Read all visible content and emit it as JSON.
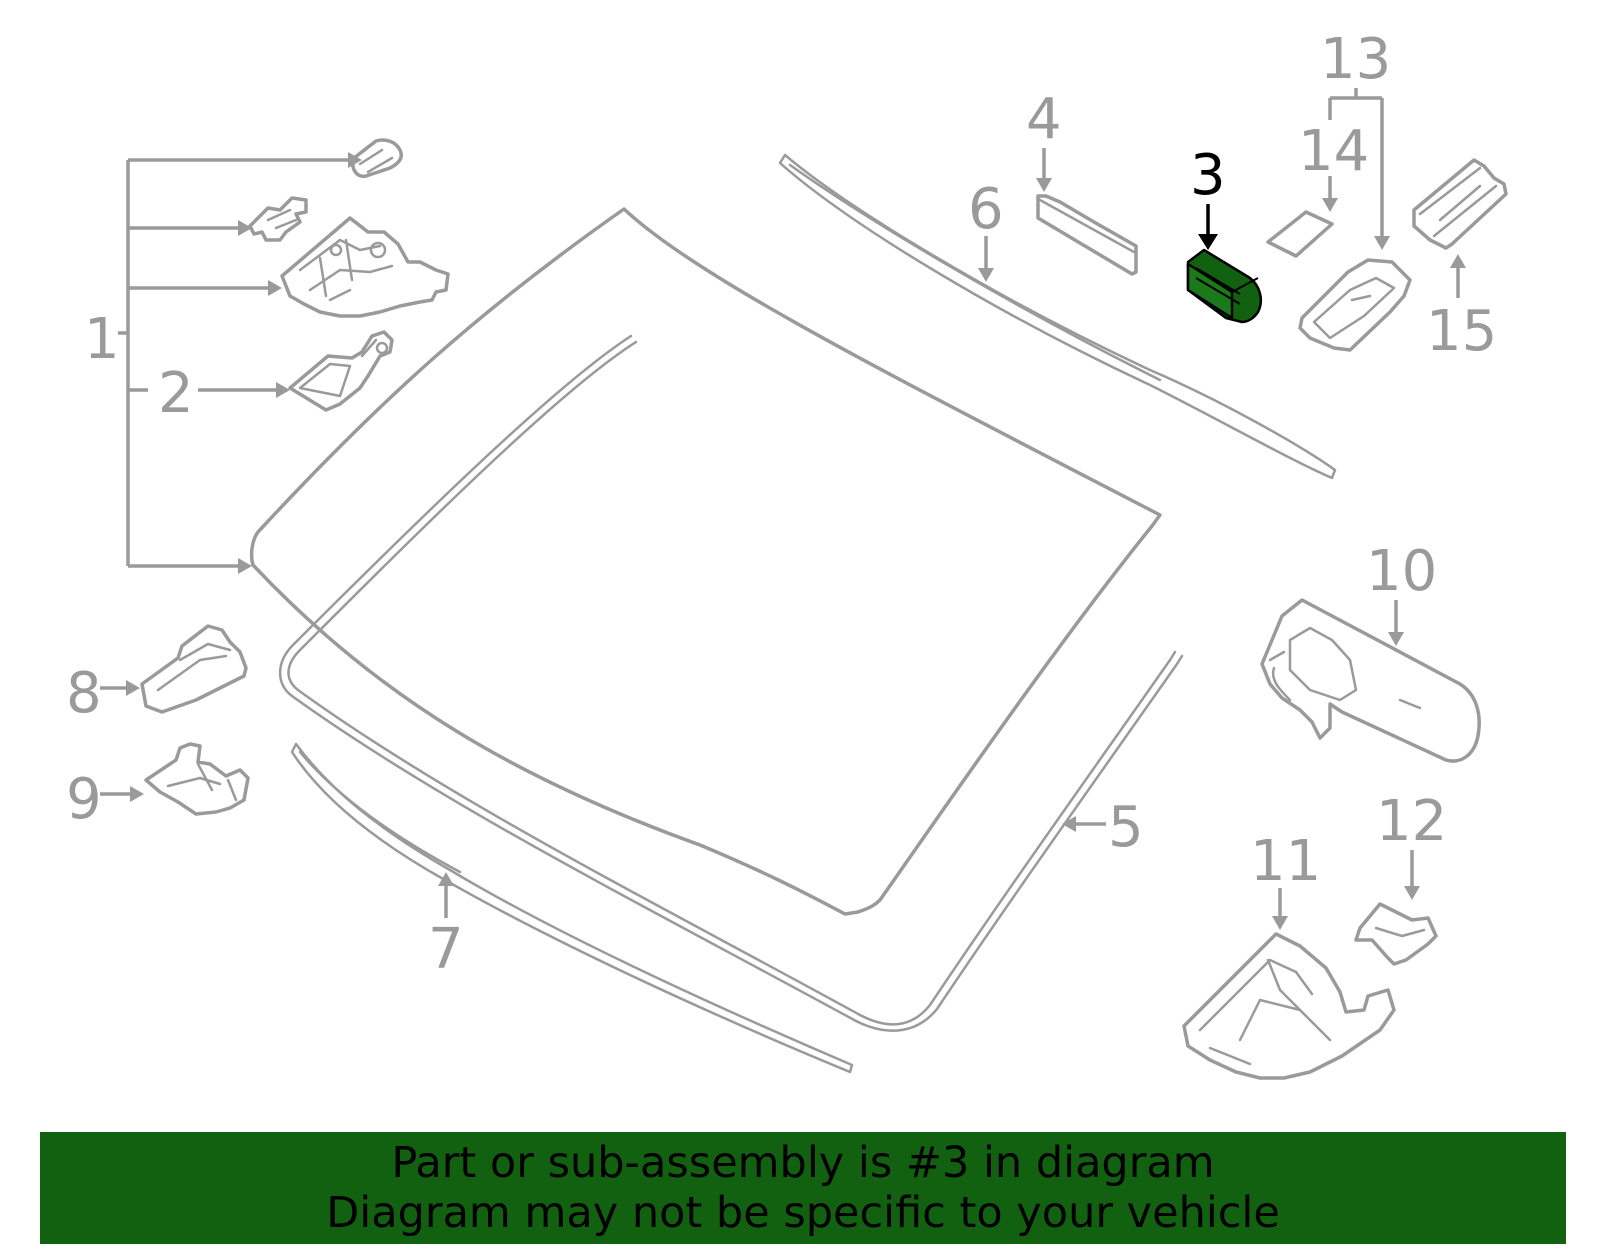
{
  "diagram": {
    "highlight_color": "#116111",
    "line_color": "#9a9a9a",
    "highlighted_part": "3",
    "callouts": {
      "c1": "1",
      "c2": "2",
      "c3": "3",
      "c4": "4",
      "c5": "5",
      "c6": "6",
      "c7": "7",
      "c8": "8",
      "c9": "9",
      "c10": "10",
      "c11": "11",
      "c12": "12",
      "c13": "13",
      "c14": "14",
      "c15": "15"
    }
  },
  "banner": {
    "line1": "Part or sub-assembly is #3 in diagram",
    "line2": "Diagram may not be specific to your vehicle",
    "background": "#116111"
  }
}
